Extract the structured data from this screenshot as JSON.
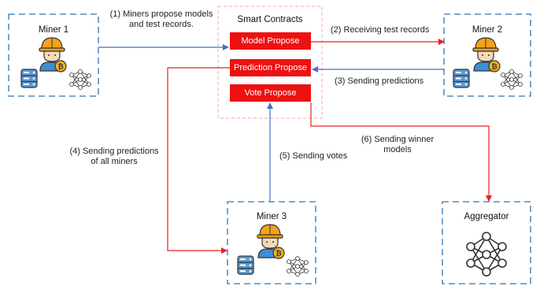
{
  "contracts": {
    "title": "Smart Contracts",
    "buttons": {
      "model_propose": "Model Propose",
      "prediction_propose": "Prediction Propose",
      "vote_propose": "Vote Propose"
    }
  },
  "nodes": {
    "miner1": {
      "title": "Miner 1",
      "icons": [
        "miner-icon",
        "bitcoin-icon",
        "database-icon",
        "neural-network-icon"
      ]
    },
    "miner2": {
      "title": "Miner 2",
      "icons": [
        "miner-icon",
        "bitcoin-icon",
        "database-icon",
        "neural-network-icon"
      ]
    },
    "miner3": {
      "title": "Miner 3",
      "icons": [
        "miner-icon",
        "bitcoin-icon",
        "database-icon",
        "neural-network-icon"
      ]
    },
    "aggregator": {
      "title": "Aggregator",
      "icons": [
        "neural-network-icon"
      ]
    }
  },
  "edges": {
    "e1": {
      "line1": "(1) Miners propose models",
      "line2": "and test records."
    },
    "e2": {
      "text": "(2) Receiving test records"
    },
    "e3": {
      "text": "(3) Sending predictions"
    },
    "e4": {
      "line1": "(4) Sending predictions",
      "line2": "of all miners"
    },
    "e5": {
      "text": "(5) Sending votes"
    },
    "e6": {
      "line1": "(6) Sending winner",
      "line2": "models"
    }
  },
  "colors": {
    "box_border": "#2e74b5",
    "contracts_border": "#f4a6a6",
    "button_fill": "#ee1111",
    "arrow_blue": "#4472c4",
    "arrow_red": "#e82020",
    "helmet": "#f4a21c",
    "coin": "#f7b31b",
    "database": "#5b9bd5"
  }
}
